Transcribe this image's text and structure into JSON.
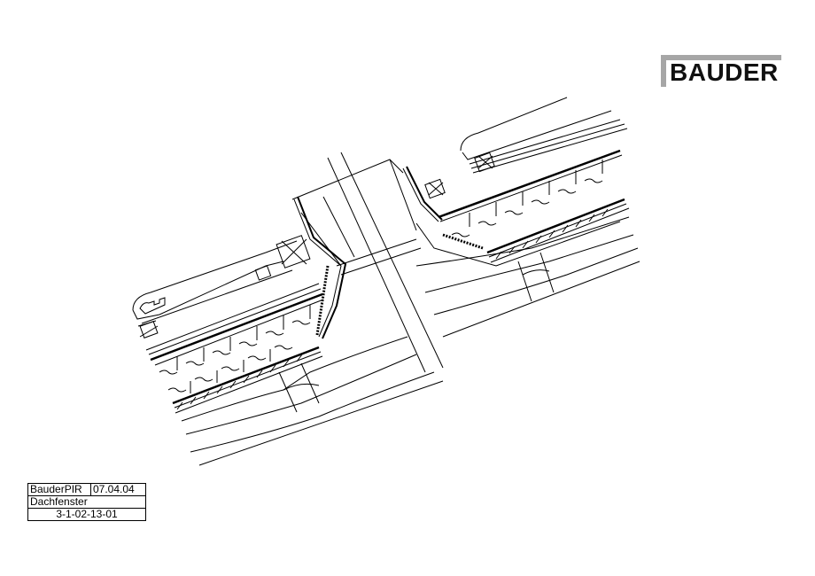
{
  "logo": {
    "text": "BAUDER",
    "accent_color": "#a6a6a6",
    "text_color": "#111111"
  },
  "title_block": {
    "product": "BauderPIR",
    "date": "07.04.04",
    "title": "Dachfenster",
    "drawing_number": "3-1-02-13-01"
  },
  "drawing": {
    "subject": "Roof window (Dachfenster) connection detail, sloped roof section",
    "line_color": "#000000",
    "background": "#ffffff",
    "elements": [
      "roof-tiles",
      "battens",
      "insulation-layer",
      "vapor-barrier",
      "rafter",
      "window-frame",
      "flashing",
      "ceiling-lines"
    ]
  }
}
